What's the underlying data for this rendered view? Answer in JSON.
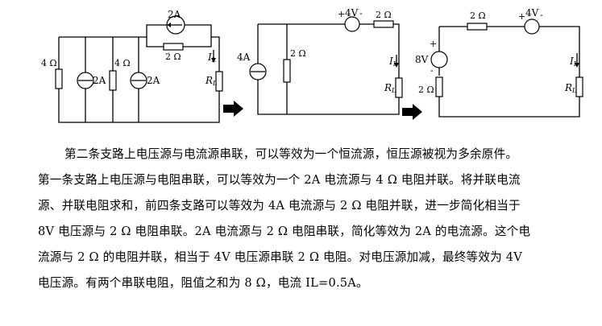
{
  "figure": {
    "c1": {
      "r4a": "4 Ω",
      "cs2a_1": "2A",
      "r4b": "4 Ω",
      "cs2a_2": "2A",
      "cs2a_top": "2A",
      "r2": "2 Ω",
      "il": "I",
      "il_sub": "L",
      "rl": "R",
      "rl_sub": "L"
    },
    "c2": {
      "vs4v": "4V",
      "plus": "+",
      "minus": "-",
      "r2_top": "2 Ω",
      "cs4a": "4A",
      "r2_mid": "2 Ω",
      "il": "I",
      "il_sub": "L",
      "rl": "R",
      "rl_sub": "L"
    },
    "c3": {
      "r2_top": "2 Ω",
      "vs4v": "4V",
      "plus": "+",
      "minus": "-",
      "vs8v": "8V",
      "plus8": "+",
      "minus8": "-",
      "r2_left": "2 Ω",
      "il": "I",
      "il_sub": "L",
      "rl": "R",
      "rl_sub": "L"
    }
  },
  "text": {
    "line1": "第二条支路上电压源与电流源串联，可以等效为一个恒流源，恒压源被视为多余原件。",
    "line2": "第一条支路上电压源与电阻串联，可以等效为一个 2A 电流源与 4 Ω 电阻并联。将并联电流",
    "line3": "源、并联电阻求和，前四条支路可以等效为 4A 电流源与 2 Ω 电阻并联，进一步简化相当于",
    "line4": "8V 电压源与 2 Ω 电阻串联。2A 电流源与 2 Ω 电阻串联，简化等效为 2A 的电流源。这个电",
    "line5": "流源与 2 Ω 的电阻并联，相当于 4V 电压源串联 2 Ω 电阻。对电压源加减，最终等效为 4V",
    "line6": "电压源。有两个串联电阻，阻值之和为 8 Ω，电流 IL=0.5A。"
  }
}
